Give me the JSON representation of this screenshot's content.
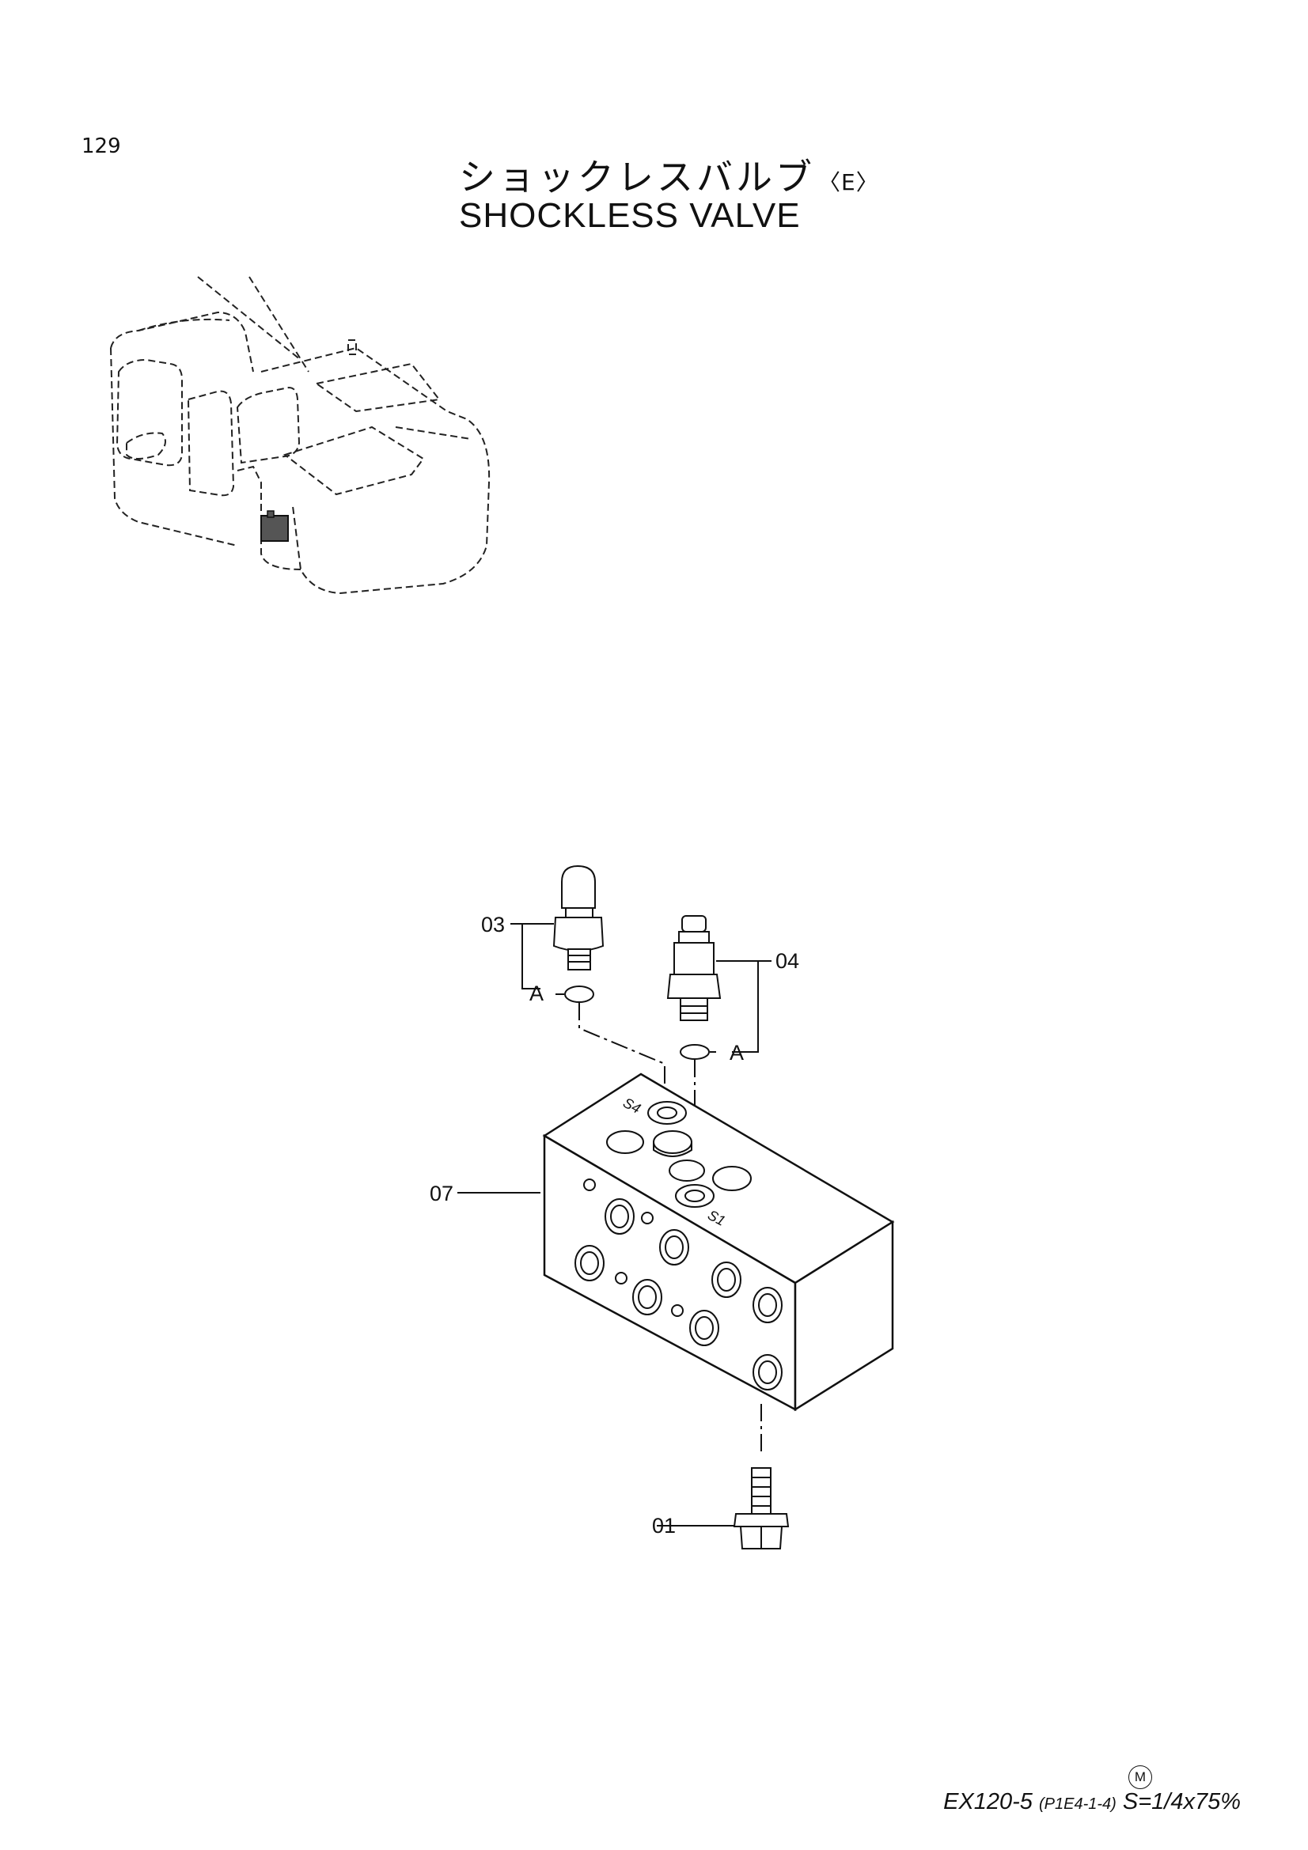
{
  "page_number": "129",
  "title": {
    "japanese": "ショックレスバルブ",
    "variant": "〈E〉",
    "english": "SHOCKLESS VALVE"
  },
  "callouts": {
    "part_03": "03",
    "part_04": "04",
    "part_07": "07",
    "part_01": "01",
    "ref_a_left": "A",
    "ref_a_right": "A"
  },
  "ports": {
    "s4": "S4",
    "s1": "S1"
  },
  "footer": {
    "mark": "M",
    "model": "EX120-5",
    "code": "(P1E4-1-4)",
    "scale": "S=1/4x75%"
  }
}
